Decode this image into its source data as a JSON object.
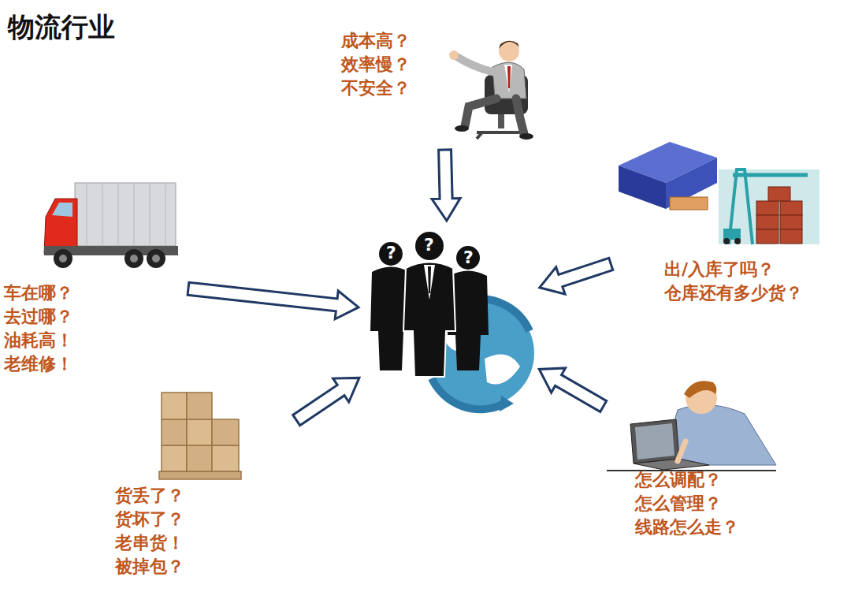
{
  "diagram": {
    "title": "物流行业",
    "nodes": [
      {
        "text": [
          "成本高？ 效率慢？ 不安全？"
        ]
      },
      {
        "text": [
          "车在哪？去过哪？ 油耗高！老维修！"
        ]
      },
      {
        "text": [
          "出/入库了吗？ 仓库还有多少货？"
        ]
      },
      {
        "text": [
          "?",
          "?",
          "?"
        ]
      },
      {
        "text": [
          "货丢了？货坏了？ 老串货！被掉包？"
        ]
      },
      {
        "text": [
          "怎么调配？ 怎么管理？ 线路怎么走？"
        ]
      }
    ],
    "edges": [
      {
        "from": 0,
        "to": 3,
        "arrow": "to"
      },
      {
        "from": 1,
        "to": 3,
        "arrow": "to"
      },
      {
        "from": 2,
        "to": 3,
        "arrow": "to"
      },
      {
        "from": 4,
        "to": 3,
        "arrow": "to"
      },
      {
        "from": 5,
        "to": 3,
        "arrow": "to"
      }
    ]
  }
}
